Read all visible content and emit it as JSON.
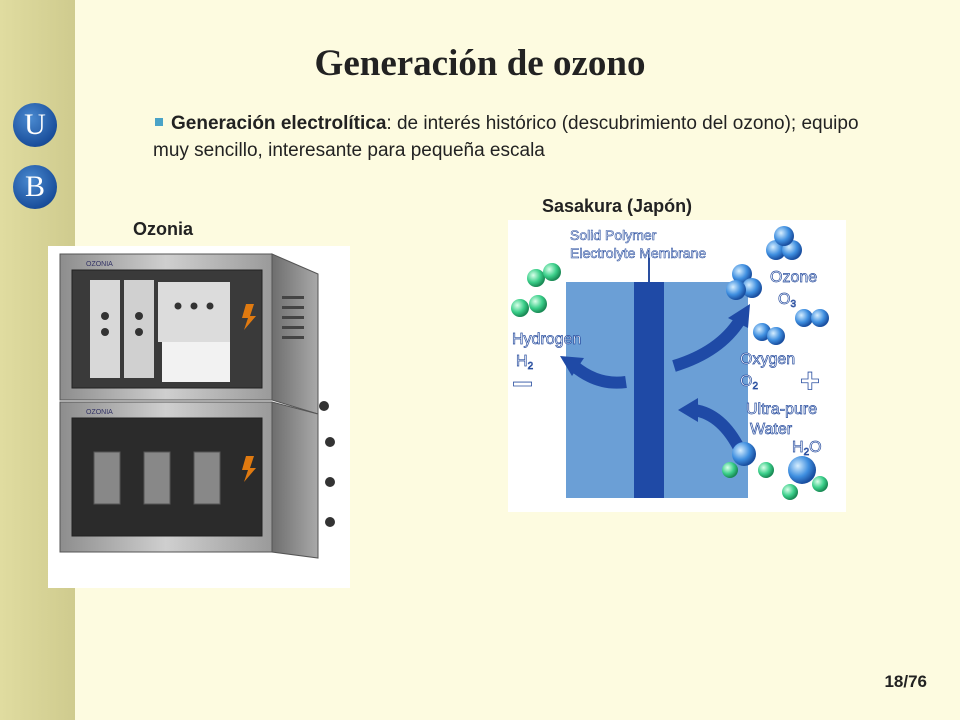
{
  "slide": {
    "title": "Generación de ozono",
    "bullet": {
      "bold_lead": "Generación electrolítica",
      "text": ": de interés histórico (descubrimiento del ozono); equipo muy sencillo, interesante para pequeña escala"
    },
    "page_number": "18/76"
  },
  "sidebar": {
    "logo_letters": [
      "U",
      "B"
    ]
  },
  "left_figure": {
    "caption": "Ozonia",
    "device_badges": [
      "OZONIA",
      "OZONIA"
    ]
  },
  "right_figure": {
    "caption": "Sasakura (Japón)",
    "labels": {
      "membrane_line1": "Solid Polymer",
      "membrane_line2": "Electrolyte Membrane",
      "hydrogen": "Hydrogen",
      "h2": "H",
      "h2_sub": "2",
      "minus": "−",
      "ozone": "Ozone",
      "o3": "O",
      "o3_sub": "3",
      "oxygen": "Oxygen",
      "o2": "O",
      "o2_sub": "2",
      "plus": "+",
      "water_line1": "Ultra-pure",
      "water_line2": "Water",
      "h2o_h": "H",
      "h2o_sub": "2",
      "h2o_o": "O"
    }
  },
  "colors": {
    "background": "#fdfbe0",
    "sidebar": "#d8d497",
    "logo_blue": "#1a4f9c",
    "bullet_marker": "#4aa3c7",
    "electrolyte_blue": "#6b9fd6",
    "membrane_dark": "#1f4aa6"
  }
}
